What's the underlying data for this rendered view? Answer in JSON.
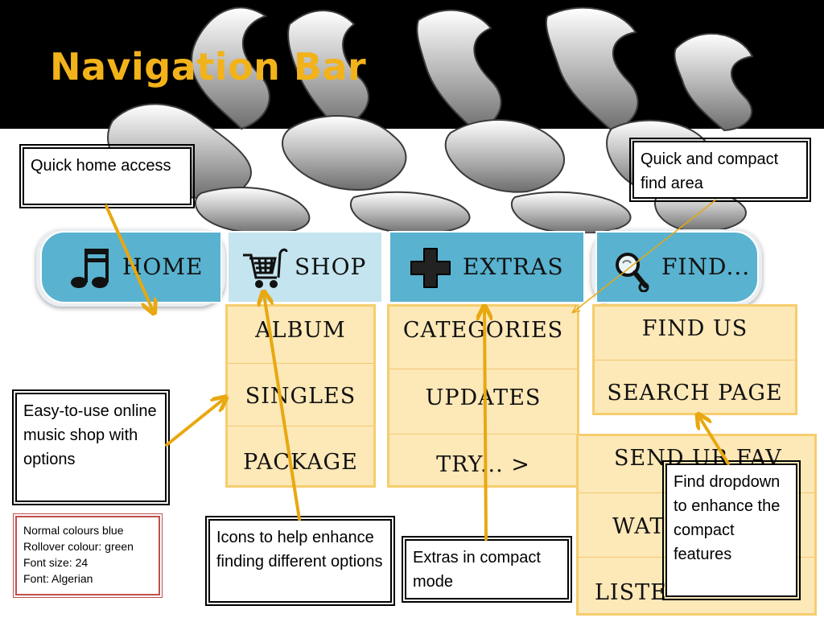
{
  "slide": {
    "title": "Navigation Bar"
  },
  "nav": {
    "items": [
      {
        "label": "Home",
        "icon": "music-notes-icon"
      },
      {
        "label": "Shop",
        "icon": "shopping-cart-icon"
      },
      {
        "label": "Extras",
        "icon": "plus-icon"
      },
      {
        "label": "Find...",
        "icon": "magnifier-icon"
      }
    ]
  },
  "dropdowns": {
    "shop": [
      "Album",
      "Singles",
      "Package"
    ],
    "extras": [
      "Categories",
      "Updates",
      "Try... >"
    ],
    "find": [
      "Find us",
      "Search Page"
    ],
    "find_sub": [
      "Send ur fav",
      "Wat",
      "Liste"
    ]
  },
  "callouts": {
    "home": "Quick home access",
    "find_area": "Quick and compact find area",
    "shop": "Easy-to-use online music shop with options",
    "icons": "Icons to help enhance finding different options",
    "extras": "Extras in compact mode",
    "find_dropdown": "Find dropdown to enhance the compact features"
  },
  "notes": {
    "line1": "Normal colours blue",
    "line2": "Rollover colour: green",
    "line3": "Font size: 24",
    "line4": "Font: Algerian"
  },
  "colors": {
    "nav_blue": "#59b2cf",
    "nav_rollover": "#c4e4ef",
    "dropdown_fill": "#fde8b7",
    "title": "#f2b21a",
    "arrow": "#e8a810"
  }
}
